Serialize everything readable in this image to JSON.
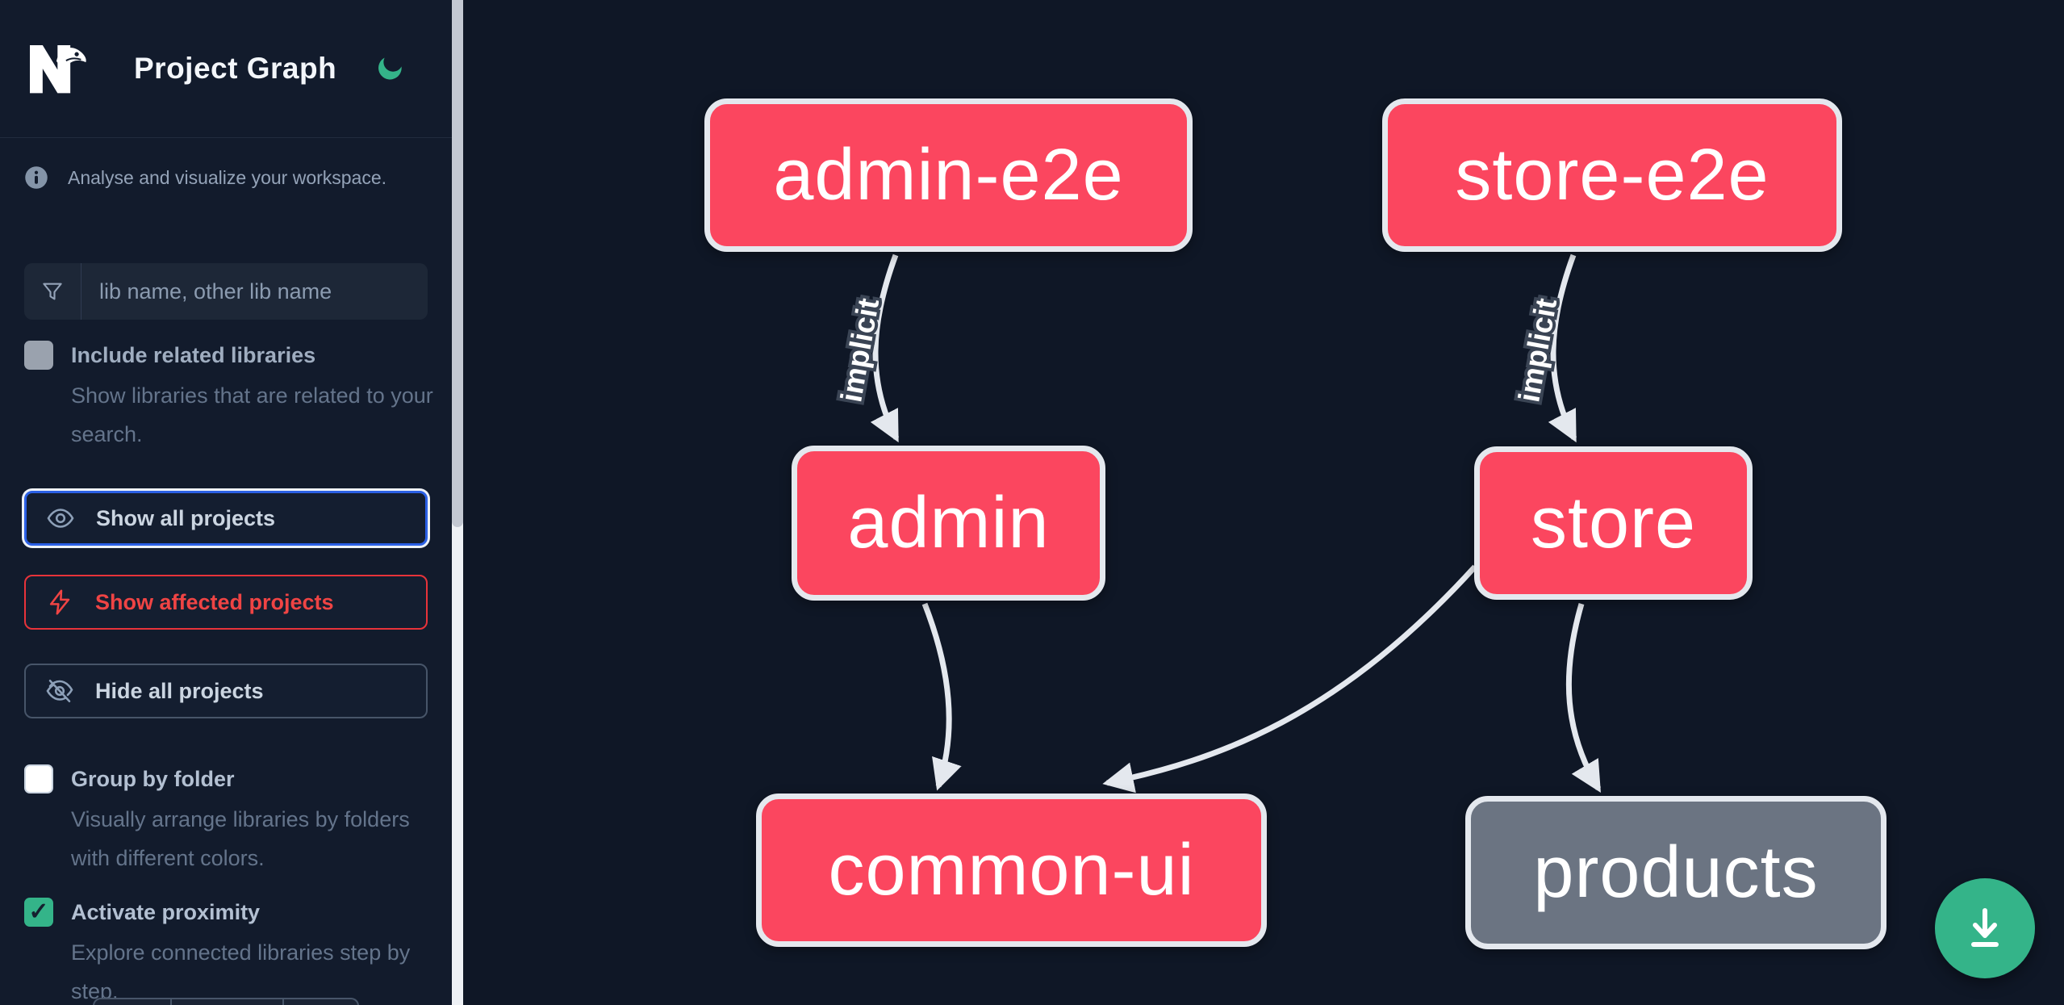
{
  "header": {
    "title": "Project Graph",
    "logo_name": "nx-logo",
    "theme_icon": "moon-icon"
  },
  "sidebar": {
    "tagline": "Analyse and visualize your workspace.",
    "search": {
      "placeholder": "lib name, other lib name",
      "icon": "funnel-filter-icon"
    },
    "toggles": [
      {
        "label": "Include related libraries",
        "description": "Show libraries that are related to your search.",
        "checked": false
      },
      {
        "label": "Group by folder",
        "description": "Visually arrange libraries by folders with different colors.",
        "checked": false
      },
      {
        "label": "Activate proximity",
        "description": "Explore connected libraries step by step.",
        "checked": true,
        "checkmark": "✓"
      }
    ],
    "buttons": [
      {
        "label": "Show all projects",
        "icon": "eye-icon",
        "state": "focused"
      },
      {
        "label": "Show affected projects",
        "icon": "lightning-bolt-icon",
        "state": "danger"
      },
      {
        "label": "Hide all projects",
        "icon": "eye-off-icon",
        "state": "default"
      }
    ]
  },
  "graph": {
    "nodes": [
      {
        "id": "admin-e2e",
        "label": "admin-e2e",
        "type": "app",
        "color": "#fb465f"
      },
      {
        "id": "store-e2e",
        "label": "store-e2e",
        "type": "app",
        "color": "#fb465f"
      },
      {
        "id": "admin",
        "label": "admin",
        "type": "app",
        "color": "#fb465f"
      },
      {
        "id": "store",
        "label": "store",
        "type": "app",
        "color": "#fb465f"
      },
      {
        "id": "common-ui",
        "label": "common-ui",
        "type": "lib",
        "color": "#fb465f"
      },
      {
        "id": "products",
        "label": "products",
        "type": "lib",
        "color": "#6b7482"
      }
    ],
    "edges": [
      {
        "source": "admin-e2e",
        "target": "admin",
        "label": "implicit"
      },
      {
        "source": "store-e2e",
        "target": "store",
        "label": "implicit"
      },
      {
        "source": "admin",
        "target": "common-ui",
        "label": ""
      },
      {
        "source": "store",
        "target": "common-ui",
        "label": ""
      },
      {
        "source": "store",
        "target": "products",
        "label": ""
      }
    ],
    "download_button": {
      "icon": "download-icon"
    }
  },
  "colors": {
    "background": "#0f1726",
    "sidebar_background": "#121b2c",
    "node_pink": "#fb465f",
    "node_gray": "#6b7482",
    "edge_gray": "#e4e8ee",
    "accent_green": "#34b489",
    "focus_blue": "#2b60e5",
    "danger_red": "#ef4444"
  }
}
